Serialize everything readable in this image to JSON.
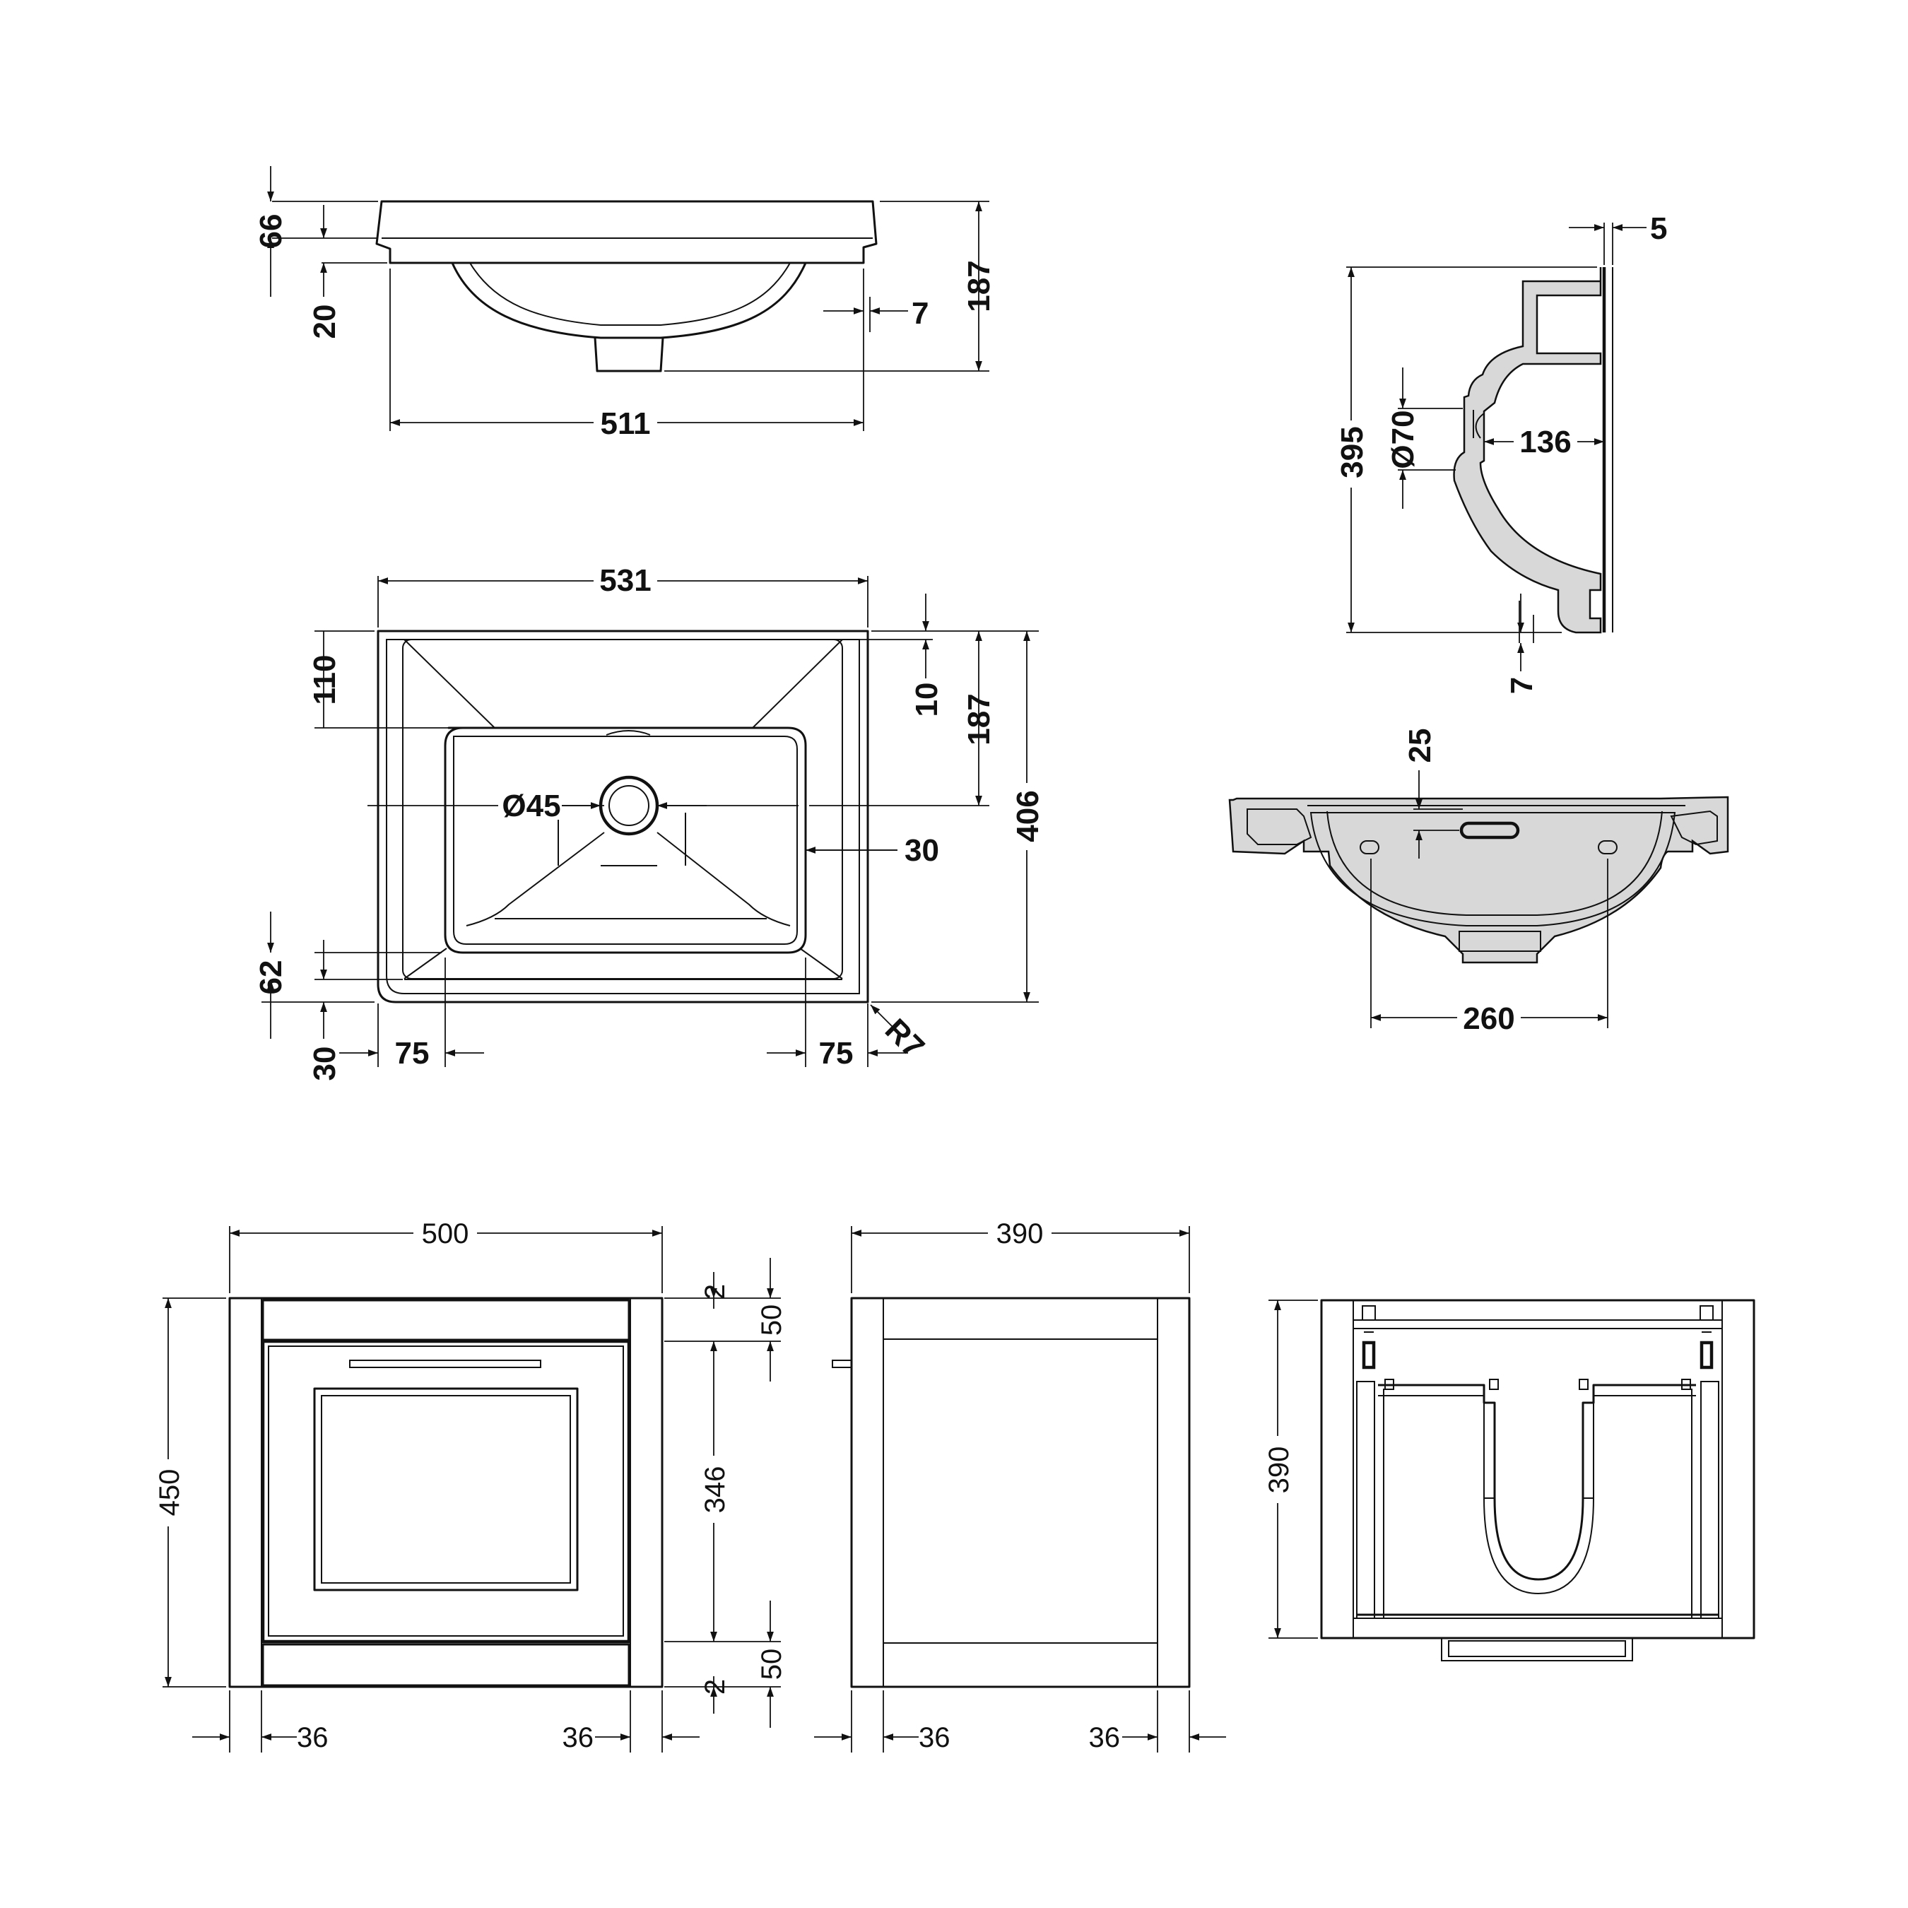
{
  "colors": {
    "line": "#111111",
    "background": "#ffffff",
    "hatch": "#d8d8d8"
  },
  "basin_front": {
    "dim_66": "66",
    "dim_20": "20",
    "dim_7": "7",
    "dim_187": "187",
    "dim_511": "511"
  },
  "basin_plan": {
    "dim_531": "531",
    "dim_110": "110",
    "dim_10": "10",
    "dim_187": "187",
    "dim_406": "406",
    "dim_dia45": "Ø45",
    "dim_30_right": "30",
    "dim_62": "62",
    "dim_30_bottom": "30",
    "dim_75_left": "75",
    "dim_75_right": "75",
    "dim_r7": "R7"
  },
  "basin_side": {
    "dim_5": "5",
    "dim_395": "395",
    "dim_dia70": "Ø70",
    "dim_136": "136",
    "dim_7": "7"
  },
  "basin_section": {
    "dim_25": "25",
    "dim_260": "260"
  },
  "cabinet_front": {
    "dim_500": "500",
    "dim_450": "450",
    "dim_2_top": "2",
    "dim_50_top": "50",
    "dim_346": "346",
    "dim_50_bottom": "50",
    "dim_2_bottom": "2",
    "dim_36_left": "36",
    "dim_36_right": "36"
  },
  "cabinet_side": {
    "dim_390": "390",
    "dim_36_left": "36",
    "dim_36_right": "36"
  },
  "cabinet_top": {
    "dim_390": "390"
  }
}
